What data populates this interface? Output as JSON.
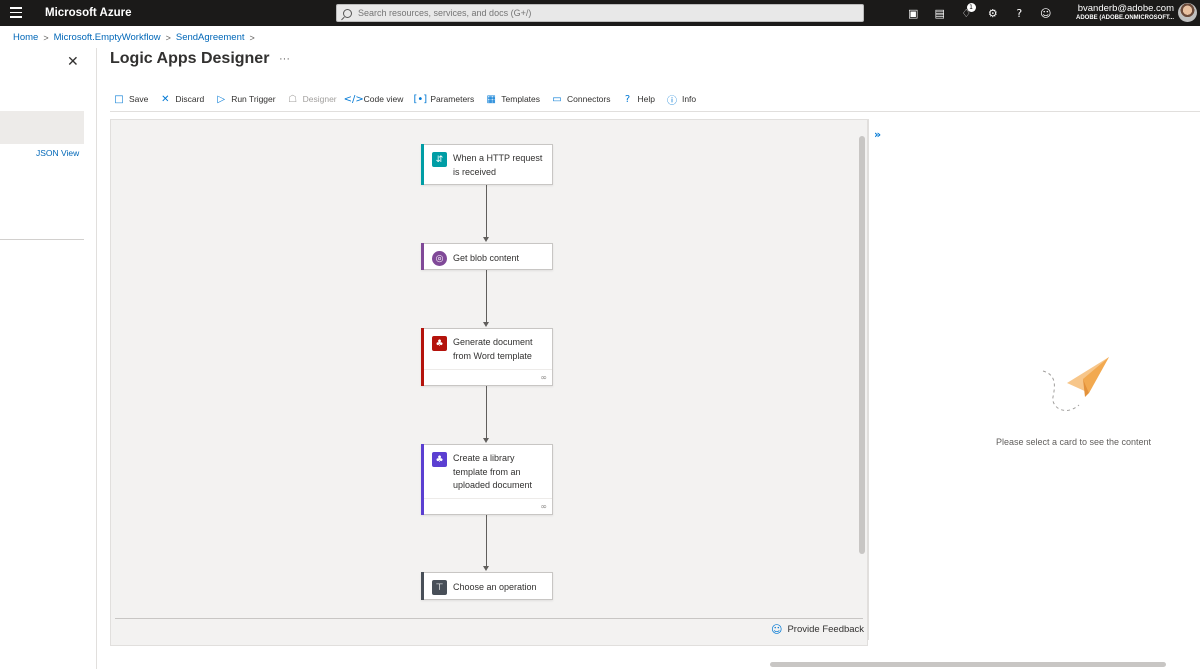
{
  "topbar": {
    "brand": "Microsoft Azure",
    "search_placeholder": "Search resources, services, and docs (G+/)",
    "notification_count": "1",
    "user_email": "bvanderb@adobe.com",
    "user_tenant": "ADOBE (ADOBE.ONMICROSOFT...",
    "icons": [
      "cloud-shell-icon",
      "directory-filter-icon",
      "notifications-icon",
      "settings-icon",
      "help-icon",
      "feedback-icon"
    ]
  },
  "breadcrumb": {
    "items": [
      "Home",
      "Microsoft.EmptyWorkflow",
      "SendAgreement"
    ]
  },
  "left_panel": {
    "json_view": "JSON View"
  },
  "page": {
    "title": "Logic Apps Designer",
    "more": "···"
  },
  "toolbar": {
    "save": "Save",
    "discard": "Discard",
    "run_trigger": "Run Trigger",
    "designer": "Designer",
    "code_view": "Code view",
    "parameters": "Parameters",
    "templates": "Templates",
    "connectors": "Connectors",
    "help": "Help",
    "info": "Info"
  },
  "workflow": {
    "steps": [
      {
        "title": "When a HTTP request is received",
        "color": "#009da5",
        "icon": "http-request-icon"
      },
      {
        "title": "Get blob content",
        "color": "#804998",
        "icon": "blob-storage-icon"
      },
      {
        "title": "Generate document from Word template",
        "color": "#b4130c",
        "icon": "adobe-pdf-icon"
      },
      {
        "title": "Create a library template from an uploaded document",
        "color": "#5b3fd1",
        "icon": "adobe-sign-icon"
      },
      {
        "title": "Choose an operation",
        "color": "#484f58",
        "icon": "operation-icon"
      }
    ]
  },
  "canvas": {
    "feedback": "Provide Feedback"
  },
  "right_panel": {
    "empty_message": "Please select a card to see the content"
  }
}
